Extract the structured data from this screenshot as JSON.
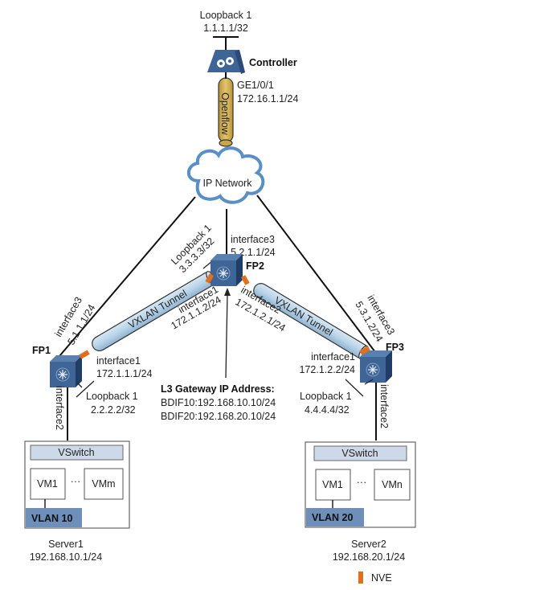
{
  "controller": {
    "label": "Controller",
    "loopback_label": "Loopback 1",
    "loopback_ip": "1.1.1.1/32",
    "interface": "GE1/0/1",
    "interface_ip": "172.16.1.1/24",
    "link_label": "Openflow"
  },
  "cloud": {
    "label": "IP Network"
  },
  "fp1": {
    "label": "FP1",
    "interface3": "interface3",
    "interface3_ip": "5.1.1.1/24",
    "interface1": "interface1",
    "interface1_ip": "172.1.1.1/24",
    "interface2": "interface2",
    "loopback_label": "Loopback 1",
    "loopback_ip": "2.2.2.2/32"
  },
  "fp2": {
    "label": "FP2",
    "interface3": "interface3",
    "interface3_ip": "5.2.1.1/24",
    "interface1": "interface1",
    "interface1_ip": "172.1.1.2/24",
    "interface2": "interface2",
    "interface2_ip": "172.1.2.1/24",
    "loopback_label": "Loopback 1",
    "loopback_ip": "3.3.3.3/32"
  },
  "fp3": {
    "label": "FP3",
    "interface3": "interface3",
    "interface3_ip": "5.3.1.2/24",
    "interface1": "interface1",
    "interface1_ip": "172.1.2.2/24",
    "interface2": "interface2",
    "loopback_label": "Loopback 1",
    "loopback_ip": "4.4.4.4/32"
  },
  "tunnels": {
    "left": "VXLAN Tunnel",
    "right": "VXLAN Tunnel"
  },
  "gateway": {
    "title": "L3 Gateway IP Address:",
    "bdif10": "BDIF10:192.168.10.10/24",
    "bdif20": "BDIF20:192.168.20.10/24"
  },
  "server1": {
    "vswitch": "VSwitch",
    "vm_first": "VM1",
    "vm_last": "VMm",
    "ellipsis": "···",
    "vlan": "VLAN 10",
    "name": "Server1",
    "ip": "192.168.10.1/24"
  },
  "server2": {
    "vswitch": "VSwitch",
    "vm_first": "VM1",
    "vm_last": "VMn",
    "ellipsis": "···",
    "vlan": "VLAN 20",
    "name": "Server2",
    "ip": "192.168.20.1/24"
  },
  "legend": {
    "nve_label": "NVE"
  },
  "colors": {
    "device_blue": "#3f6596",
    "device_dark": "#2a4a78",
    "nve_orange": "#e0701e",
    "tunnel_fill": "#b9d4e8",
    "openflow_fill": "#d8b55a",
    "vlan_fill": "#6d8fba",
    "vswitch_fill": "#cdd9e8"
  }
}
